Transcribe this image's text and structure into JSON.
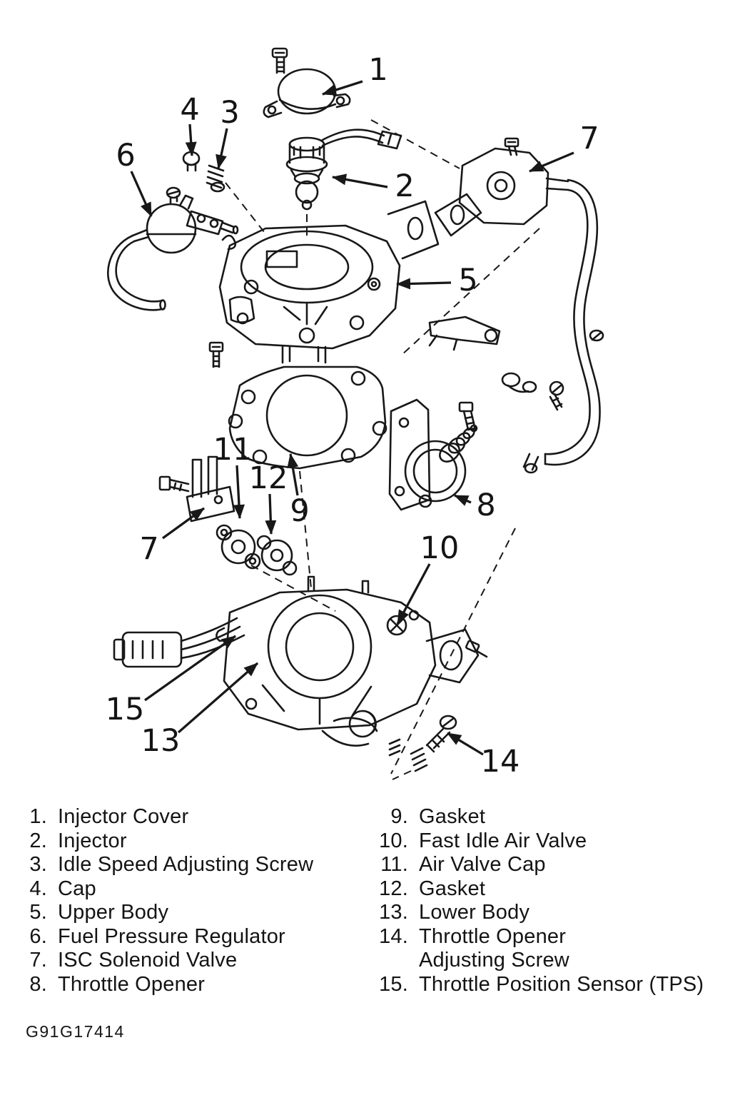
{
  "colors": {
    "ink": "#181818",
    "background": "#ffffff"
  },
  "figure_code": "G91G17414",
  "callouts": [
    "1",
    "4",
    "3",
    "6",
    "2",
    "7",
    "5",
    "9",
    "8",
    "7",
    "11",
    "12",
    "10",
    "15",
    "13",
    "14"
  ],
  "legend": {
    "left": [
      {
        "num": "1.",
        "label": "Injector Cover"
      },
      {
        "num": "2.",
        "label": "Injector"
      },
      {
        "num": "3.",
        "label": "Idle Speed Adjusting Screw"
      },
      {
        "num": "4.",
        "label": "Cap"
      },
      {
        "num": "5.",
        "label": "Upper Body"
      },
      {
        "num": "6.",
        "label": "Fuel Pressure Regulator"
      },
      {
        "num": "7.",
        "label": "ISC Solenoid Valve"
      },
      {
        "num": "8.",
        "label": "Throttle Opener"
      }
    ],
    "right": [
      {
        "num": "9.",
        "label": "Gasket"
      },
      {
        "num": "10.",
        "label": "Fast Idle Air Valve"
      },
      {
        "num": "11.",
        "label": "Air Valve Cap"
      },
      {
        "num": "12.",
        "label": "Gasket"
      },
      {
        "num": "13.",
        "label": "Lower Body"
      },
      {
        "num": "14.",
        "label": "Throttle Opener",
        "label2": "Adjusting Screw"
      },
      {
        "num": "15.",
        "label": "Throttle Position Sensor (TPS)"
      }
    ]
  }
}
